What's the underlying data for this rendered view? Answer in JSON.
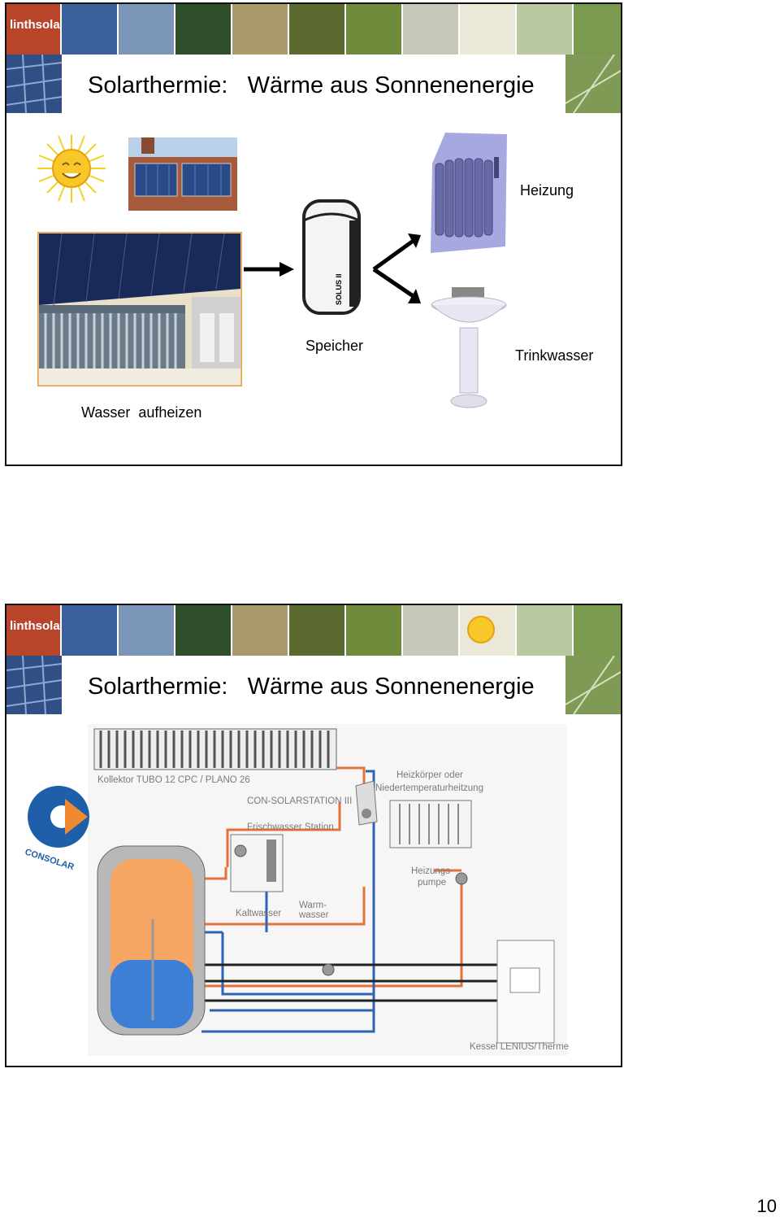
{
  "slide1": {
    "title": "Solarthermie:   Wärme aus Sonnenenergie",
    "banner_logo": "linthsolar",
    "tank_text": "SOLUS II",
    "labels": {
      "heizung": "Heizung",
      "speicher": "Speicher",
      "trinkwasser": "Trinkwasser",
      "wasser_aufheizen": "Wasser  aufheizen"
    }
  },
  "slide2": {
    "title": "Solarthermie:   Wärme aus Sonnenenergie",
    "banner_logo": "linthsolar",
    "consolar_logo_text": "CONSOLAR",
    "diagram_labels": {
      "kollektor": "Kollektor TUBO 12 CPC / PLANO 26",
      "station": "CON-SOLARSTATION III",
      "heizkoerper_1": "Heizkörper oder",
      "heizkoerper_2": "Niedertemperaturheitzung",
      "frischwasser": "Frischwasser Station",
      "heizungspumpe_1": "Heizungs-",
      "heizungspumpe_2": "pumpe",
      "kaltwasser": "Kaltwasser",
      "warmwasser_1": "Warm-",
      "warmwasser_2": "wasser",
      "kessel": "Kessel LENIUS/Therme"
    },
    "colors": {
      "hot": "#e8703a",
      "cold": "#2f64b4",
      "tank_hot": "#f6a662",
      "tank_cold": "#3e7fd6"
    }
  },
  "page_number": "10"
}
